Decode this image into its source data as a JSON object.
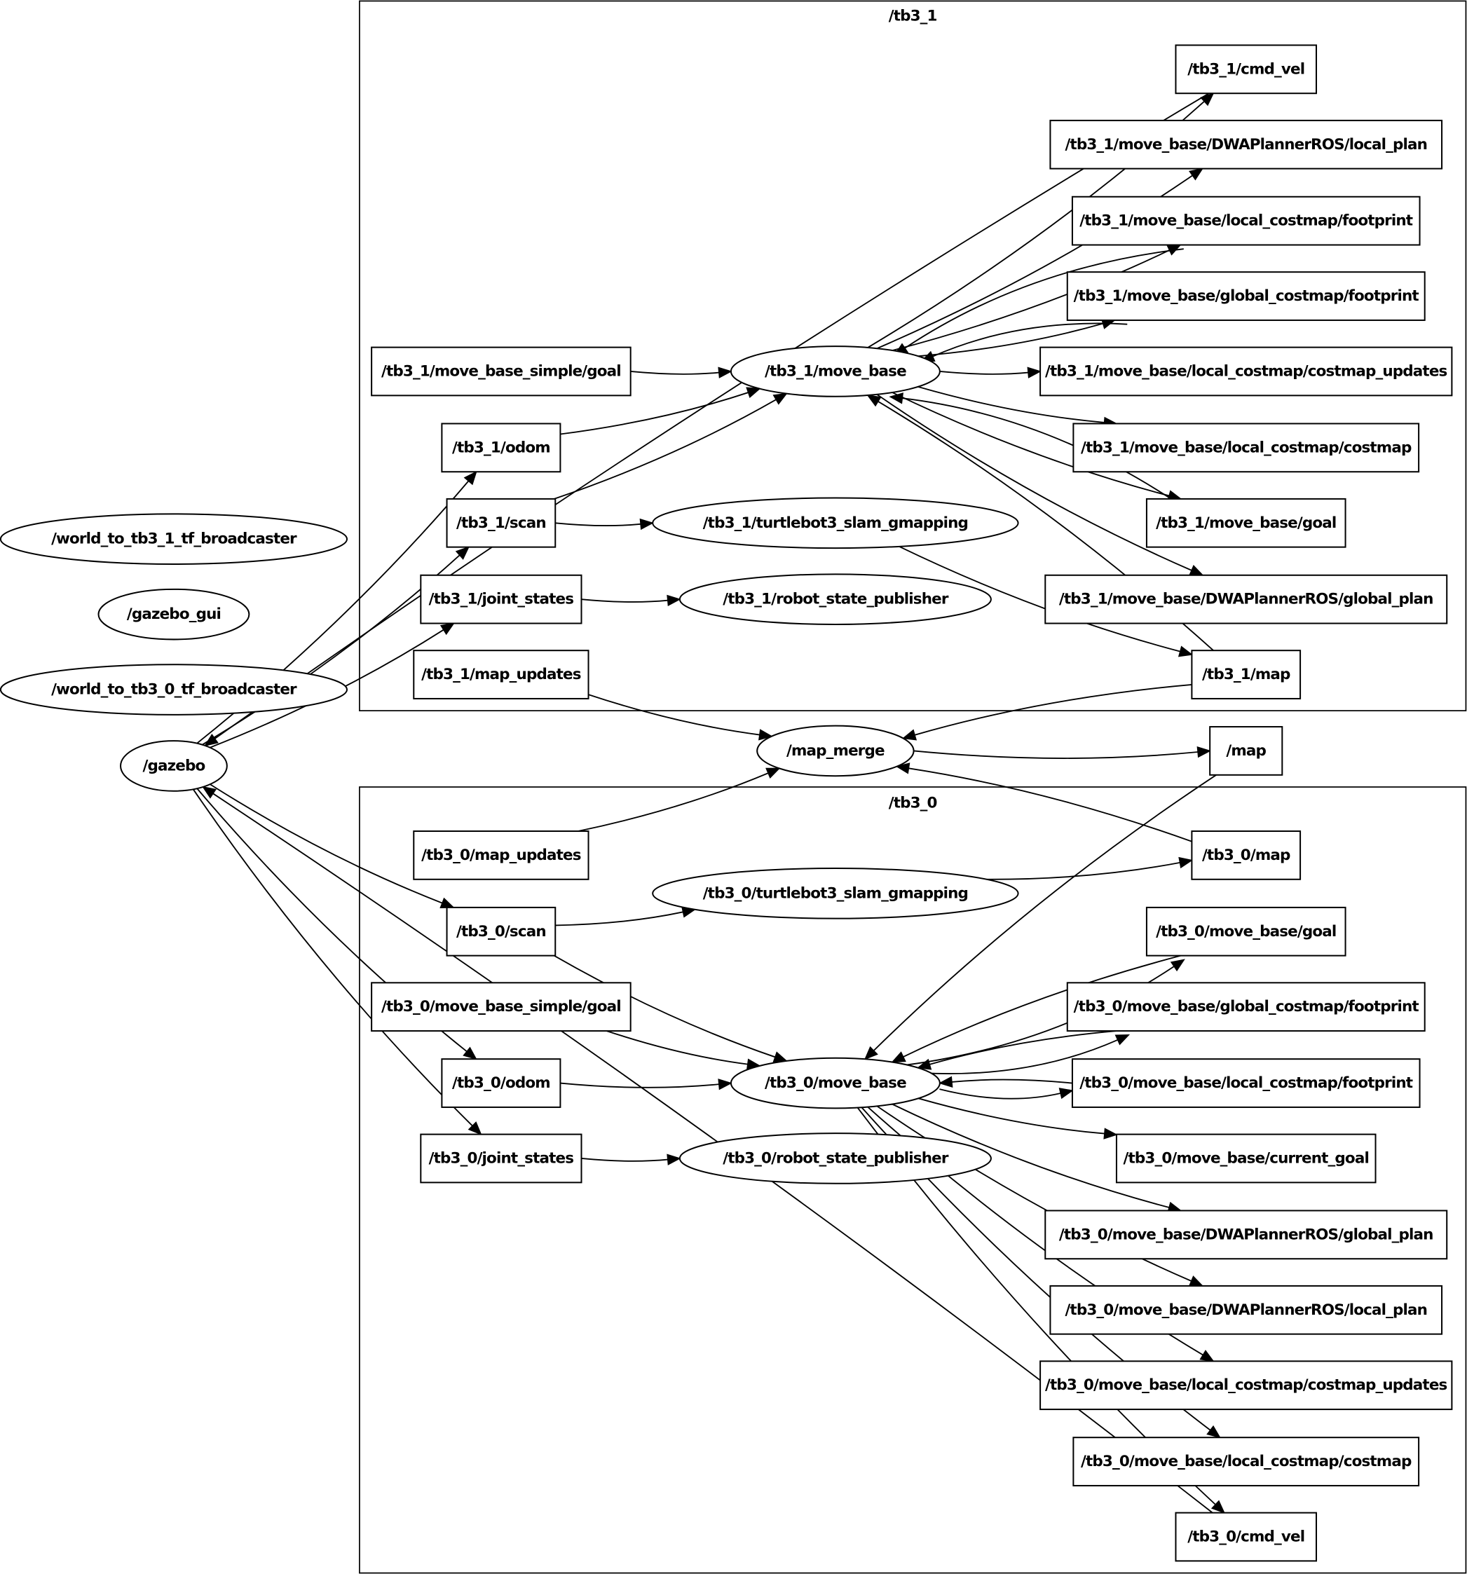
{
  "graph": {
    "clusters": [
      {
        "id": "tb3_1",
        "label": "/tb3_1"
      },
      {
        "id": "tb3_0",
        "label": "/tb3_0"
      }
    ],
    "nodes": [
      {
        "id": "world_tf1",
        "label": "/world_to_tb3_1_tf_broadcaster",
        "kind": "node"
      },
      {
        "id": "gazebo_gui",
        "label": "/gazebo_gui",
        "kind": "node"
      },
      {
        "id": "world_tf0",
        "label": "/world_to_tb3_0_tf_broadcaster",
        "kind": "node"
      },
      {
        "id": "gazebo",
        "label": "/gazebo",
        "kind": "node"
      },
      {
        "id": "map_merge",
        "label": "/map_merge",
        "kind": "node"
      },
      {
        "id": "map",
        "label": "/map",
        "kind": "topic"
      },
      {
        "id": "t1_cmd_vel",
        "label": "/tb3_1/cmd_vel",
        "kind": "topic"
      },
      {
        "id": "t1_local_plan",
        "label": "/tb3_1/move_base/DWAPlannerROS/local_plan",
        "kind": "topic"
      },
      {
        "id": "t1_lc_footprint",
        "label": "/tb3_1/move_base/local_costmap/footprint",
        "kind": "topic"
      },
      {
        "id": "t1_gc_footprint",
        "label": "/tb3_1/move_base/global_costmap/footprint",
        "kind": "topic"
      },
      {
        "id": "t1_simple_goal",
        "label": "/tb3_1/move_base_simple/goal",
        "kind": "topic"
      },
      {
        "id": "t1_move_base",
        "label": "/tb3_1/move_base",
        "kind": "node"
      },
      {
        "id": "t1_costmap_updates",
        "label": "/tb3_1/move_base/local_costmap/costmap_updates",
        "kind": "topic"
      },
      {
        "id": "t1_odom",
        "label": "/tb3_1/odom",
        "kind": "topic"
      },
      {
        "id": "t1_costmap",
        "label": "/tb3_1/move_base/local_costmap/costmap",
        "kind": "topic"
      },
      {
        "id": "t1_scan",
        "label": "/tb3_1/scan",
        "kind": "topic"
      },
      {
        "id": "t1_gmapping",
        "label": "/tb3_1/turtlebot3_slam_gmapping",
        "kind": "node"
      },
      {
        "id": "t1_goal",
        "label": "/tb3_1/move_base/goal",
        "kind": "topic"
      },
      {
        "id": "t1_joint_states",
        "label": "/tb3_1/joint_states",
        "kind": "topic"
      },
      {
        "id": "t1_rsp",
        "label": "/tb3_1/robot_state_publisher",
        "kind": "node"
      },
      {
        "id": "t1_global_plan",
        "label": "/tb3_1/move_base/DWAPlannerROS/global_plan",
        "kind": "topic"
      },
      {
        "id": "t1_map_updates",
        "label": "/tb3_1/map_updates",
        "kind": "topic"
      },
      {
        "id": "t1_map",
        "label": "/tb3_1/map",
        "kind": "topic"
      },
      {
        "id": "t0_map_updates",
        "label": "/tb3_0/map_updates",
        "kind": "topic"
      },
      {
        "id": "t0_map",
        "label": "/tb3_0/map",
        "kind": "topic"
      },
      {
        "id": "t0_gmapping",
        "label": "/tb3_0/turtlebot3_slam_gmapping",
        "kind": "node"
      },
      {
        "id": "t0_scan",
        "label": "/tb3_0/scan",
        "kind": "topic"
      },
      {
        "id": "t0_goal",
        "label": "/tb3_0/move_base/goal",
        "kind": "topic"
      },
      {
        "id": "t0_simple_goal",
        "label": "/tb3_0/move_base_simple/goal",
        "kind": "topic"
      },
      {
        "id": "t0_gc_footprint",
        "label": "/tb3_0/move_base/global_costmap/footprint",
        "kind": "topic"
      },
      {
        "id": "t0_odom",
        "label": "/tb3_0/odom",
        "kind": "topic"
      },
      {
        "id": "t0_move_base",
        "label": "/tb3_0/move_base",
        "kind": "node"
      },
      {
        "id": "t0_lc_footprint",
        "label": "/tb3_0/move_base/local_costmap/footprint",
        "kind": "topic"
      },
      {
        "id": "t0_current_goal",
        "label": "/tb3_0/move_base/current_goal",
        "kind": "topic"
      },
      {
        "id": "t0_joint_states",
        "label": "/tb3_0/joint_states",
        "kind": "topic"
      },
      {
        "id": "t0_rsp",
        "label": "/tb3_0/robot_state_publisher",
        "kind": "node"
      },
      {
        "id": "t0_global_plan",
        "label": "/tb3_0/move_base/DWAPlannerROS/global_plan",
        "kind": "topic"
      },
      {
        "id": "t0_local_plan",
        "label": "/tb3_0/move_base/DWAPlannerROS/local_plan",
        "kind": "topic"
      },
      {
        "id": "t0_costmap_updates",
        "label": "/tb3_0/move_base/local_costmap/costmap_updates",
        "kind": "topic"
      },
      {
        "id": "t0_costmap",
        "label": "/tb3_0/move_base/local_costmap/costmap",
        "kind": "topic"
      },
      {
        "id": "t0_cmd_vel",
        "label": "/tb3_0/cmd_vel",
        "kind": "topic"
      }
    ],
    "edges": [
      [
        "gazebo",
        "t1_odom"
      ],
      [
        "gazebo",
        "t1_scan"
      ],
      [
        "gazebo",
        "t1_joint_states"
      ],
      [
        "t1_cmd_vel",
        "gazebo"
      ],
      [
        "t1_simple_goal",
        "t1_move_base"
      ],
      [
        "t1_odom",
        "t1_move_base"
      ],
      [
        "t1_scan",
        "t1_move_base"
      ],
      [
        "t1_scan",
        "t1_gmapping"
      ],
      [
        "t1_joint_states",
        "t1_rsp"
      ],
      [
        "t1_move_base",
        "t1_cmd_vel"
      ],
      [
        "t1_move_base",
        "t1_local_plan"
      ],
      [
        "t1_move_base",
        "t1_lc_footprint"
      ],
      [
        "t1_lc_footprint",
        "t1_move_base"
      ],
      [
        "t1_move_base",
        "t1_gc_footprint"
      ],
      [
        "t1_gc_footprint",
        "t1_move_base"
      ],
      [
        "t1_move_base",
        "t1_costmap_updates"
      ],
      [
        "t1_move_base",
        "t1_costmap"
      ],
      [
        "t1_move_base",
        "t1_goal"
      ],
      [
        "t1_goal",
        "t1_move_base"
      ],
      [
        "t1_move_base",
        "t1_global_plan"
      ],
      [
        "t1_map",
        "t1_move_base"
      ],
      [
        "t1_gmapping",
        "t1_map"
      ],
      [
        "t1_map_updates",
        "map_merge"
      ],
      [
        "t1_map",
        "map_merge"
      ],
      [
        "map_merge",
        "map"
      ],
      [
        "map",
        "t0_move_base"
      ],
      [
        "t0_map_updates",
        "map_merge"
      ],
      [
        "t0_map",
        "map_merge"
      ],
      [
        "gazebo",
        "t0_scan"
      ],
      [
        "gazebo",
        "t0_odom"
      ],
      [
        "gazebo",
        "t0_joint_states"
      ],
      [
        "t0_cmd_vel",
        "gazebo"
      ],
      [
        "t0_scan",
        "t0_gmapping"
      ],
      [
        "t0_gmapping",
        "t0_map"
      ],
      [
        "t0_scan",
        "t0_move_base"
      ],
      [
        "t0_simple_goal",
        "t0_move_base"
      ],
      [
        "t0_odom",
        "t0_move_base"
      ],
      [
        "t0_joint_states",
        "t0_rsp"
      ],
      [
        "t0_goal",
        "t0_move_base"
      ],
      [
        "t0_move_base",
        "t0_goal"
      ],
      [
        "t0_gc_footprint",
        "t0_move_base"
      ],
      [
        "t0_move_base",
        "t0_gc_footprint"
      ],
      [
        "t0_lc_footprint",
        "t0_move_base"
      ],
      [
        "t0_move_base",
        "t0_lc_footprint"
      ],
      [
        "t0_move_base",
        "t0_current_goal"
      ],
      [
        "t0_move_base",
        "t0_global_plan"
      ],
      [
        "t0_move_base",
        "t0_local_plan"
      ],
      [
        "t0_move_base",
        "t0_costmap_updates"
      ],
      [
        "t0_move_base",
        "t0_costmap"
      ],
      [
        "t0_move_base",
        "t0_cmd_vel"
      ]
    ]
  }
}
